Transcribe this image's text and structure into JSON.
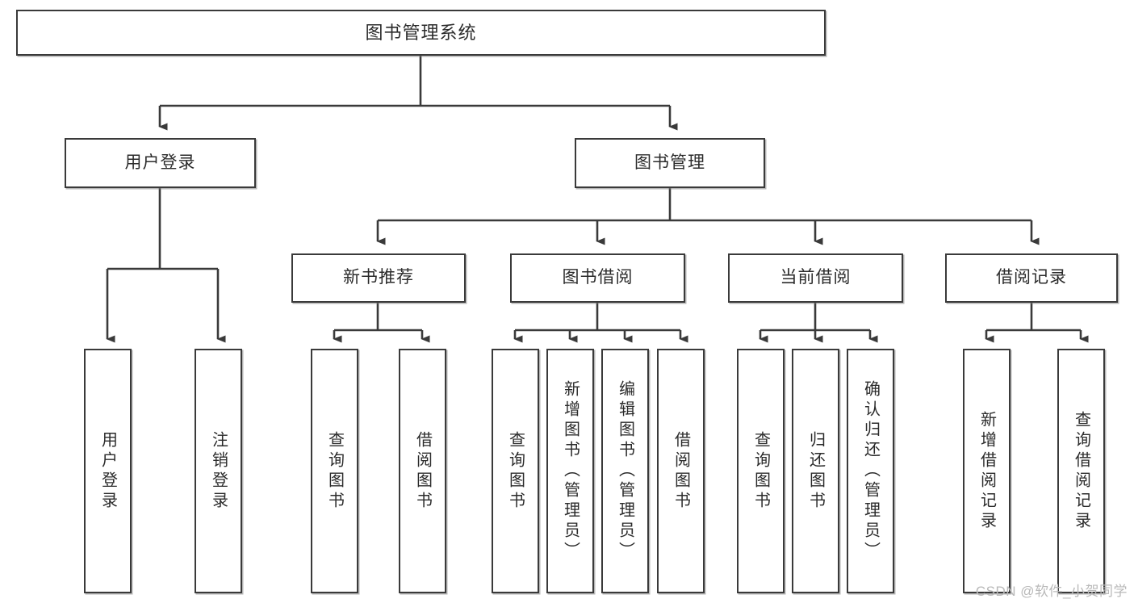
{
  "diagram": {
    "title": "图书管理系统",
    "type": "tree-hierarchy-diagram",
    "watermark": "CSDN @软件_小贺同学",
    "colors": {
      "box_border": "#3a3a3a",
      "box_fill": "#ffffff",
      "connector": "#3a3a3a",
      "text": "#2b2b2b",
      "watermark": "#b9b9b9"
    },
    "root": {
      "label": "图书管理系统"
    },
    "level2": [
      {
        "label": "用户登录"
      },
      {
        "label": "图书管理"
      }
    ],
    "level3": [
      {
        "label": "新书推荐"
      },
      {
        "label": "图书借阅"
      },
      {
        "label": "当前借阅"
      },
      {
        "label": "借阅记录"
      }
    ],
    "leaves": {
      "user_login": [
        {
          "label": "用户登录"
        },
        {
          "label": "注销登录"
        }
      ],
      "new_book_recommend": [
        {
          "label": "查询图书"
        },
        {
          "label": "借阅图书"
        }
      ],
      "book_borrow": [
        {
          "label": "查询图书"
        },
        {
          "label": "新增图书（管理员）"
        },
        {
          "label": "编辑图书（管理员）"
        },
        {
          "label": "借阅图书"
        }
      ],
      "current_borrow": [
        {
          "label": "查询图书"
        },
        {
          "label": "归还图书"
        },
        {
          "label": "确认归还（管理员）"
        }
      ],
      "borrow_record": [
        {
          "label": "新增借阅记录"
        },
        {
          "label": "查询借阅记录"
        }
      ]
    }
  }
}
